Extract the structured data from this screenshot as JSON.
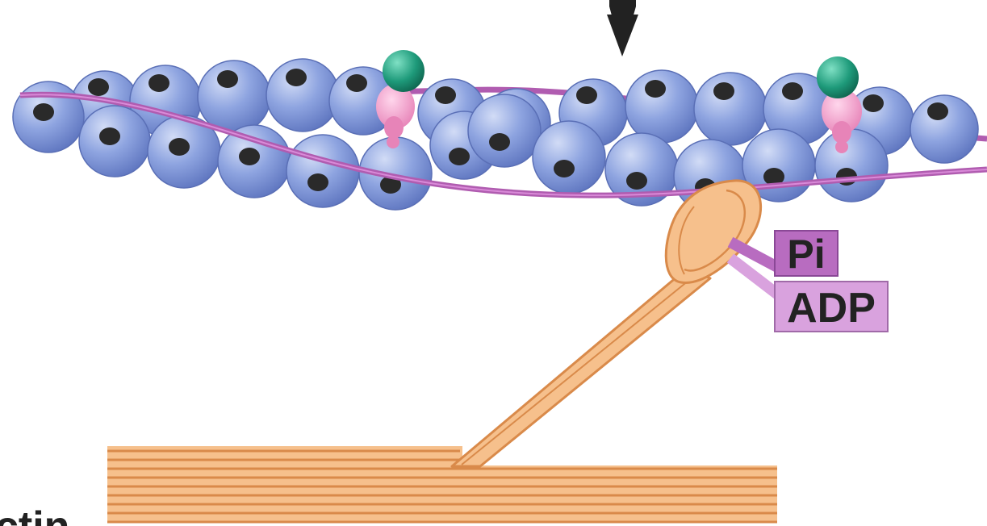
{
  "labels": {
    "pi": "Pi",
    "adp": "ADP",
    "cut_off_label": "ctin"
  },
  "colors": {
    "actin_monomer": "#8ea4e0",
    "actin_monomer_dark": "#5f76c0",
    "actin_spot": "#2a2a2a",
    "tropomyosin": "#b05cb0",
    "troponin_pink": "#f0a0cc",
    "troponin_green": "#1e9a7a",
    "myosin_fill": "#f6c08c",
    "myosin_stroke": "#d98a4a",
    "pi_box": "#b86cc0",
    "adp_box": "#d9a2de",
    "arrow": "#222222"
  },
  "icons": {
    "arrow": "down-arrow-icon"
  }
}
